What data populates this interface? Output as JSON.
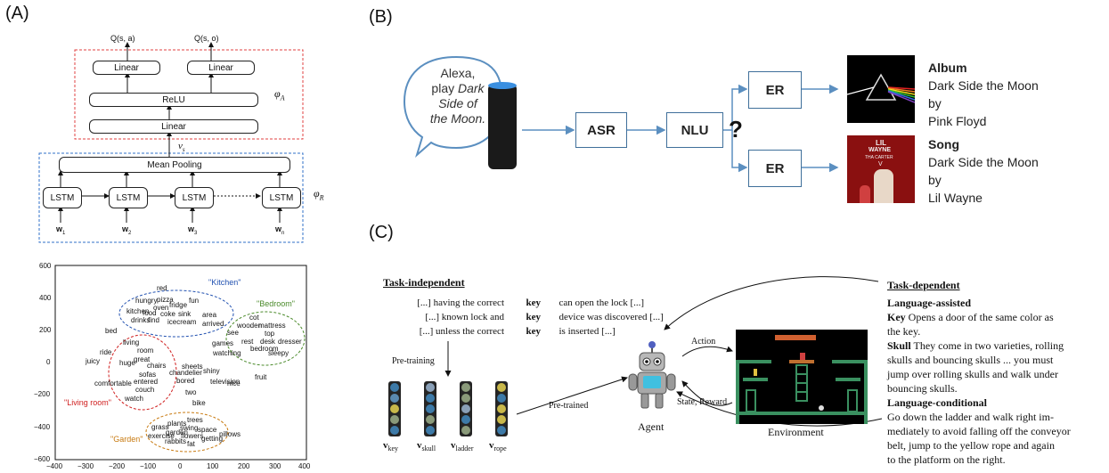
{
  "panels": {
    "a": "(A)",
    "b": "(B)",
    "c": "(C)"
  },
  "arch": {
    "q_sa": "Q(s, a)",
    "q_so": "Q(s, o)",
    "linear": "Linear",
    "relu": "ReLU",
    "linear_mid": "Linear",
    "phi_a": "φ",
    "phi_a_sub": "A",
    "v_s": "v",
    "v_s_sub": "s",
    "mean_pooling": "Mean Pooling",
    "lstm": "LSTM",
    "phi_r": "φ",
    "phi_r_sub": "R",
    "inputs": [
      {
        "w": "w",
        "sub": "1"
      },
      {
        "w": "w",
        "sub": "2"
      },
      {
        "w": "w",
        "sub": "3"
      },
      {
        "w": "w",
        "sub": "n"
      }
    ]
  },
  "scatter": {
    "yticks": [
      "600",
      "400",
      "200",
      "0",
      "−200",
      "−400",
      "−600"
    ],
    "xticks": [
      "−400",
      "−300",
      "−200",
      "−100",
      "0",
      "100",
      "200",
      "300",
      "400"
    ],
    "xlim": [
      -400,
      400
    ],
    "ylim": [
      -600,
      600
    ],
    "clusters": {
      "kitchen": "\"Kitchen\"",
      "bedroom": "\"Bedroom\"",
      "living": "\"Living room\"",
      "garden": "\"Garden\""
    },
    "cluster_colors": {
      "kitchen": "#2050b0",
      "bedroom": "#4a8a2a",
      "living": "#d02020",
      "garden": "#c87a10"
    },
    "words": [
      "red",
      "hungry",
      "pizza",
      "fun",
      "fridge",
      "oven",
      "kitchen",
      "food",
      "coke",
      "sink",
      "drinks",
      "find",
      "icecream",
      "area",
      "arrived",
      "cot",
      "wooden",
      "mattress",
      "top",
      "see",
      "games",
      "rest",
      "desk",
      "dresser",
      "watching",
      "bedroom",
      "sleepy",
      "bed",
      "living",
      "ride",
      "room",
      "juicy",
      "huge",
      "great",
      "chairs",
      "sheets",
      "shiny",
      "chandelier",
      "sofas",
      "bored",
      "television",
      "comfortable",
      "entered",
      "couch",
      "two",
      "watch",
      "fruit",
      "bike",
      "trees",
      "plants",
      "grass",
      "swing",
      "garden",
      "space",
      "exercise",
      "flowers",
      "pillows",
      "rabbits",
      "fat",
      "getting",
      "nice"
    ]
  },
  "alexa": {
    "bubble_line1": "Alexa,",
    "bubble_line2": "play",
    "bubble_italic1": "Dark",
    "bubble_italic2": "Side of",
    "bubble_italic3": "the Moon.",
    "asr": "ASR",
    "nlu": "NLU",
    "question": "?",
    "er1": "ER",
    "er2": "ER",
    "album_type": "Album",
    "album_title": "Dark Side the Moon",
    "album_by": "by",
    "album_artist": "Pink Floyd",
    "song_type": "Song",
    "song_title": "Dark Side the Moon",
    "song_by": "by",
    "song_artist": "Lil Wayne",
    "cover2_text1": "LIL",
    "cover2_text2": "WAYNE",
    "cover2_text3": "THA CARTER",
    "cover2_text4": "V"
  },
  "rl": {
    "task_independent": "Task-independent",
    "sentences": [
      {
        "pre": "[...] having the correct",
        "key": "key",
        "post": "can open the lock [...]"
      },
      {
        "pre": "[...] known lock and",
        "key": "key",
        "post": "device was discovered [...]"
      },
      {
        "pre": "[...] unless the correct",
        "key": "key",
        "post": "is inserted [...]"
      }
    ],
    "pre_training": "Pre-training",
    "pre_trained": "Pre-trained",
    "vectors": [
      {
        "v": "v",
        "sub": "key"
      },
      {
        "v": "v",
        "sub": "skull"
      },
      {
        "v": "v",
        "sub": "ladder"
      },
      {
        "v": "v",
        "sub": "rope"
      }
    ],
    "agent": "Agent",
    "action": "Action",
    "state_reward": "State, Reward",
    "environment": "Environment",
    "task_dependent": "Task-dependent",
    "lang_assisted": "Language-assisted",
    "key_word": "Key",
    "key_desc1": "Opens a door of the same color as",
    "key_desc2": "the key.",
    "skull_word": "Skull",
    "skull_desc1": "They come in two varieties, rolling",
    "skull_desc2": "skulls and bouncing skulls ...  you must",
    "skull_desc3": "jump over rolling skulls and walk under",
    "skull_desc4": "bouncing skulls.",
    "lang_conditional": "Language-conditional",
    "cond1": "Go down the ladder and walk right im-",
    "cond2": "mediately to avoid falling off the conveyor",
    "cond3": "belt, jump to the yellow rope and again",
    "cond4": "to the platform on the right."
  }
}
